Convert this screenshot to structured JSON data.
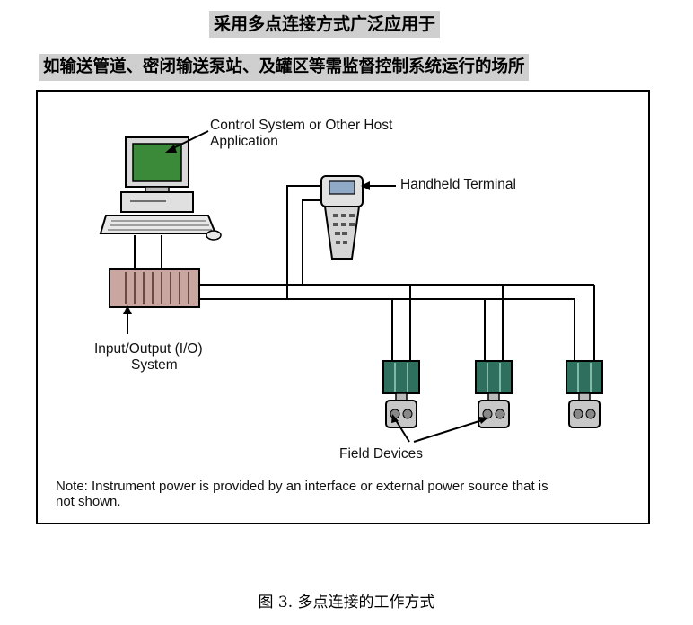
{
  "heading": {
    "line1": "采用多点连接方式广泛应用于",
    "line2": "如输送管道、密闭输送泵站、及罐区等需监督控制系统运行的场所"
  },
  "diagram": {
    "labels": {
      "control_system_line1": "Control System or Other Host",
      "control_system_line2": "Application",
      "handheld_terminal": "Handheld Terminal",
      "io_line1": "Input/Output (I/O)",
      "io_line2": "System",
      "field_devices": "Field Devices"
    },
    "note_line1": "Note: Instrument power is provided by an interface or external power source that is",
    "note_line2": "not shown.",
    "colors": {
      "monitor_screen": "#3a8a3a",
      "device_housing": "#2e6f5e",
      "io_rack": "#c9a7a0"
    }
  },
  "caption": "图 3. 多点连接的工作方式"
}
